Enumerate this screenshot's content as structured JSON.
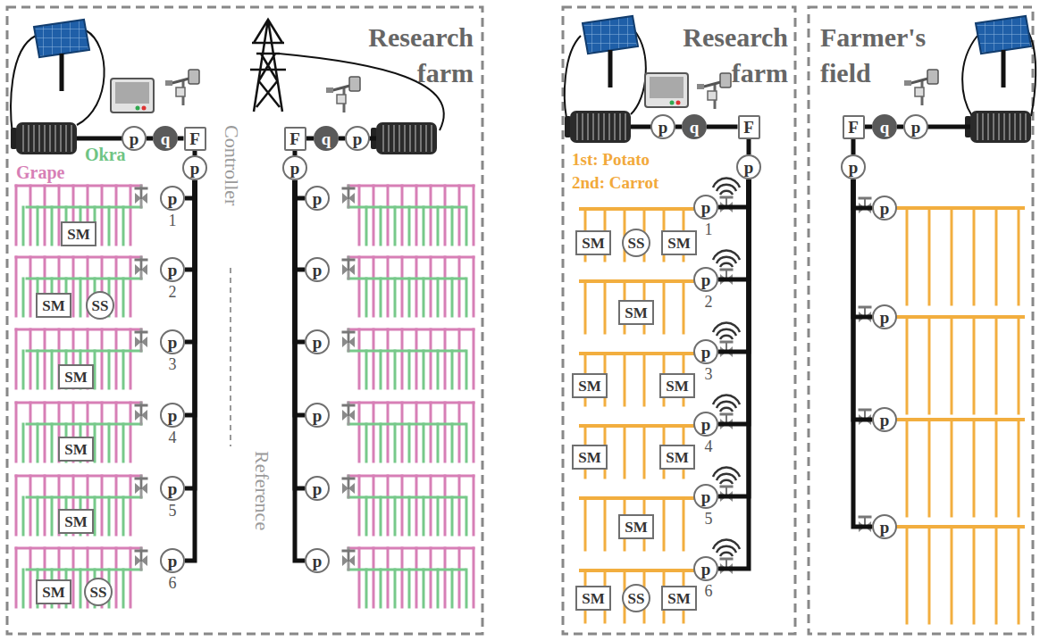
{
  "diagram": {
    "nodes": [
      {
        "text": [
          "p"
        ]
      },
      {
        "text": [
          "q"
        ]
      },
      {
        "text": [
          "F"
        ]
      },
      {
        "text": [
          "p"
        ]
      },
      {
        "text": [
          "p"
        ]
      },
      {
        "text": [
          "p"
        ]
      },
      {
        "text": [
          "p"
        ]
      },
      {
        "text": [
          "p"
        ]
      },
      {
        "text": [
          "p"
        ]
      },
      {
        "text": [
          "p"
        ]
      },
      {
        "text": [
          "SM"
        ]
      },
      {
        "text": [
          "SM"
        ]
      },
      {
        "text": [
          "SS"
        ]
      },
      {
        "text": [
          "SM"
        ]
      },
      {
        "text": [
          "SM"
        ]
      },
      {
        "text": [
          "SM"
        ]
      },
      {
        "text": [
          "SM"
        ]
      },
      {
        "text": [
          "SS"
        ]
      },
      {
        "text": [
          "F"
        ]
      },
      {
        "text": [
          "q"
        ]
      },
      {
        "text": [
          "p"
        ]
      },
      {
        "text": [
          "p"
        ]
      },
      {
        "text": [
          "p"
        ]
      },
      {
        "text": [
          "p"
        ]
      },
      {
        "text": [
          "p"
        ]
      },
      {
        "text": [
          "p"
        ]
      },
      {
        "text": [
          "p"
        ]
      },
      {
        "text": [
          "p"
        ]
      },
      {
        "text": [
          "p"
        ]
      },
      {
        "text": [
          "q"
        ]
      },
      {
        "text": [
          "F"
        ]
      },
      {
        "text": [
          "p"
        ]
      },
      {
        "text": [
          "p"
        ]
      },
      {
        "text": [
          "p"
        ]
      },
      {
        "text": [
          "p"
        ]
      },
      {
        "text": [
          "p"
        ]
      },
      {
        "text": [
          "p"
        ]
      },
      {
        "text": [
          "p"
        ]
      },
      {
        "text": [
          "SM"
        ]
      },
      {
        "text": [
          "SS"
        ]
      },
      {
        "text": [
          "SM"
        ]
      },
      {
        "text": [
          "SM"
        ]
      },
      {
        "text": [
          "SM"
        ]
      },
      {
        "text": [
          "SM"
        ]
      },
      {
        "text": [
          "SM"
        ]
      },
      {
        "text": [
          "SM"
        ]
      },
      {
        "text": [
          "SM"
        ]
      },
      {
        "text": [
          "SM"
        ]
      },
      {
        "text": [
          "SS"
        ]
      },
      {
        "text": [
          "SM"
        ]
      },
      {
        "text": [
          "F"
        ]
      },
      {
        "text": [
          "q"
        ]
      },
      {
        "text": [
          "p"
        ]
      },
      {
        "text": [
          "p"
        ]
      },
      {
        "text": [
          "p"
        ]
      },
      {
        "text": [
          "p"
        ]
      },
      {
        "text": [
          "p"
        ]
      },
      {
        "text": [
          "p"
        ]
      }
    ],
    "edges": [
      {
        "from": 0,
        "to": 1,
        "arrow": "none"
      },
      {
        "from": 1,
        "to": 2,
        "arrow": "none"
      },
      {
        "from": 2,
        "to": 3,
        "arrow": "none"
      },
      {
        "from": 3,
        "to": 4,
        "arrow": "none"
      },
      {
        "from": 3,
        "to": 5,
        "arrow": "none"
      },
      {
        "from": 3,
        "to": 6,
        "arrow": "none"
      },
      {
        "from": 3,
        "to": 7,
        "arrow": "none"
      },
      {
        "from": 3,
        "to": 8,
        "arrow": "none"
      },
      {
        "from": 3,
        "to": 9,
        "arrow": "none"
      },
      {
        "from": 20,
        "to": 19,
        "arrow": "none"
      },
      {
        "from": 19,
        "to": 18,
        "arrow": "none"
      },
      {
        "from": 18,
        "to": 21,
        "arrow": "none"
      },
      {
        "from": 21,
        "to": 22,
        "arrow": "none"
      },
      {
        "from": 21,
        "to": 23,
        "arrow": "none"
      },
      {
        "from": 21,
        "to": 24,
        "arrow": "none"
      },
      {
        "from": 21,
        "to": 25,
        "arrow": "none"
      },
      {
        "from": 21,
        "to": 26,
        "arrow": "none"
      },
      {
        "from": 21,
        "to": 27,
        "arrow": "none"
      },
      {
        "from": 28,
        "to": 29,
        "arrow": "none"
      },
      {
        "from": 29,
        "to": 30,
        "arrow": "none"
      },
      {
        "from": 30,
        "to": 31,
        "arrow": "none"
      },
      {
        "from": 31,
        "to": 32,
        "arrow": "none"
      },
      {
        "from": 31,
        "to": 33,
        "arrow": "none"
      },
      {
        "from": 31,
        "to": 34,
        "arrow": "none"
      },
      {
        "from": 31,
        "to": 35,
        "arrow": "none"
      },
      {
        "from": 31,
        "to": 36,
        "arrow": "none"
      },
      {
        "from": 31,
        "to": 37,
        "arrow": "none"
      },
      {
        "from": 52,
        "to": 51,
        "arrow": "none"
      },
      {
        "from": 51,
        "to": 50,
        "arrow": "none"
      },
      {
        "from": 50,
        "to": 53,
        "arrow": "none"
      },
      {
        "from": 53,
        "to": 54,
        "arrow": "none"
      },
      {
        "from": 53,
        "to": 55,
        "arrow": "none"
      },
      {
        "from": 53,
        "to": 56,
        "arrow": "none"
      },
      {
        "from": 53,
        "to": 57,
        "arrow": "none"
      }
    ],
    "labels": [
      "Research farm",
      "Grape",
      "Okra",
      "Controller",
      "Reference",
      "1",
      "2",
      "3",
      "4",
      "5",
      "6",
      "Research farm",
      "1st: Potato",
      "2nd: Carrot",
      "1",
      "2",
      "3",
      "4",
      "5",
      "6",
      "Farmer's field"
    ]
  }
}
